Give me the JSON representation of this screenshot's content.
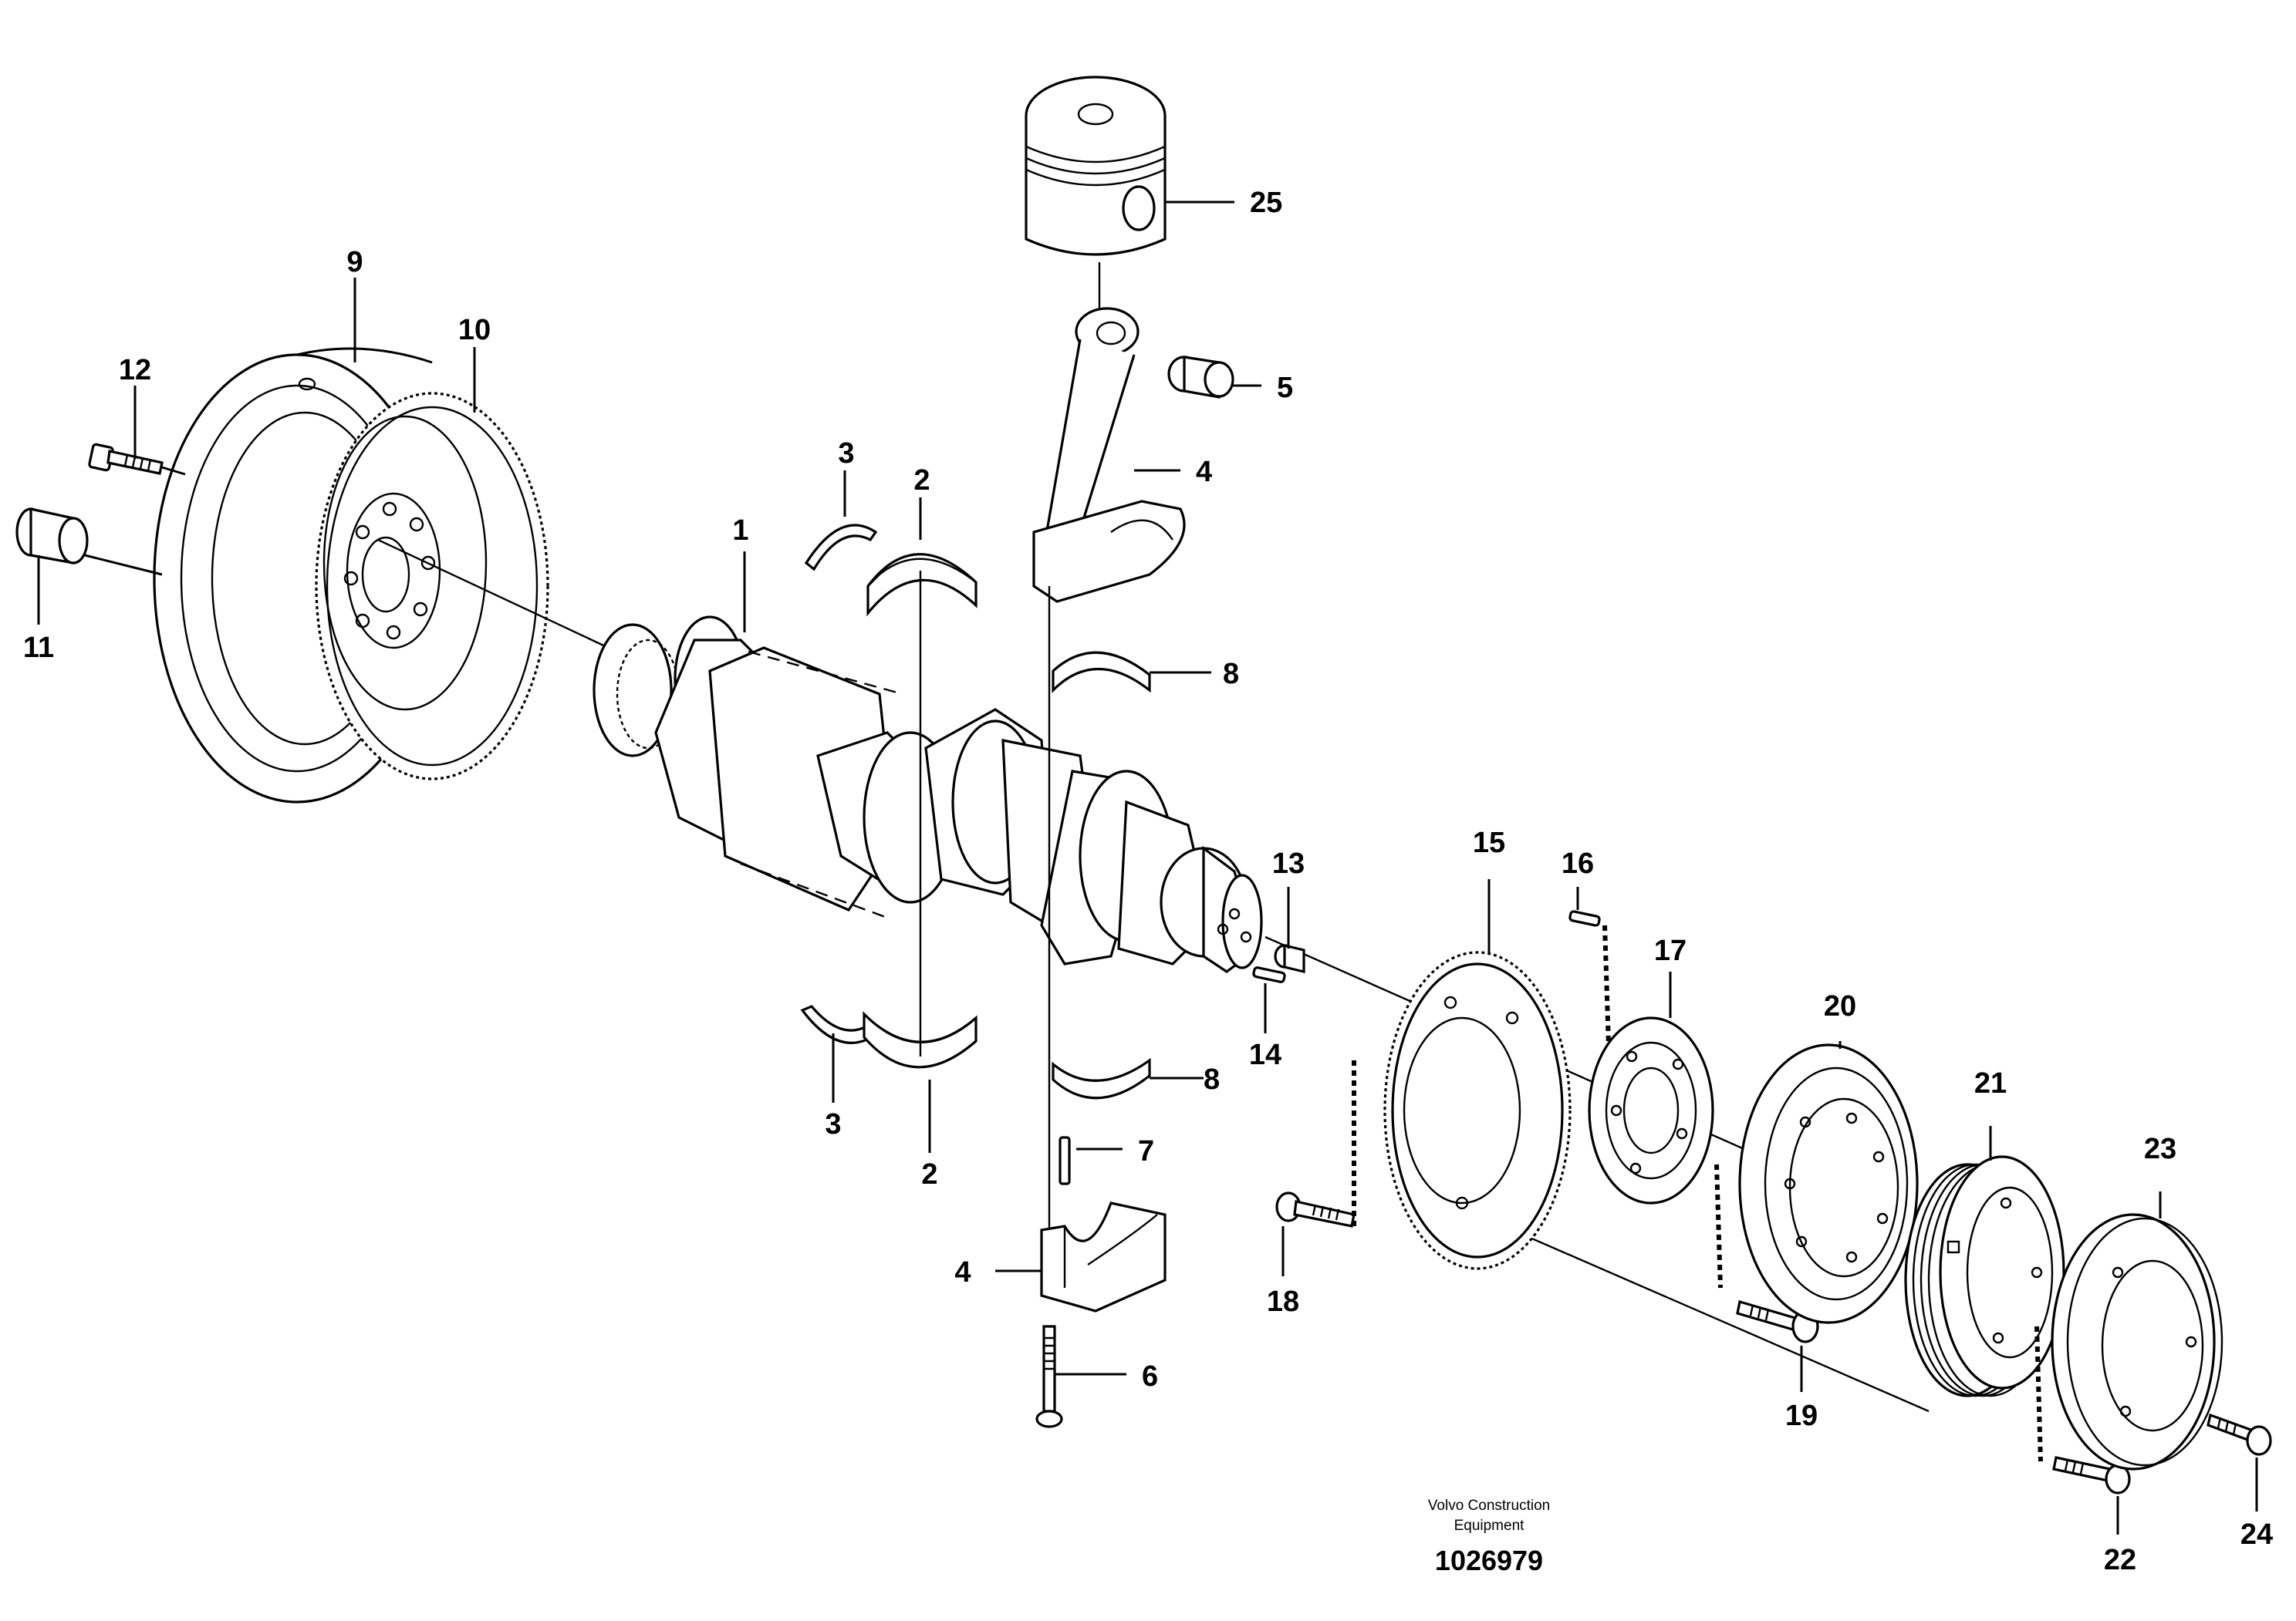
{
  "diagram": {
    "callouts": {
      "c1": "1",
      "c2a": "2",
      "c2b": "2",
      "c3a": "3",
      "c3b": "3",
      "c4a": "4",
      "c4b": "4",
      "c5": "5",
      "c6": "6",
      "c7": "7",
      "c8a": "8",
      "c8b": "8",
      "c9": "9",
      "c10": "10",
      "c11": "11",
      "c12": "12",
      "c13": "13",
      "c14": "14",
      "c15": "15",
      "c16": "16",
      "c17": "17",
      "c18": "18",
      "c19": "19",
      "c20": "20",
      "c21": "21",
      "c22": "22",
      "c23": "23",
      "c24": "24",
      "c25": "25"
    },
    "footer": {
      "brand_line1": "Volvo Construction",
      "brand_line2": "Equipment",
      "drawing_number": "1026979"
    }
  }
}
